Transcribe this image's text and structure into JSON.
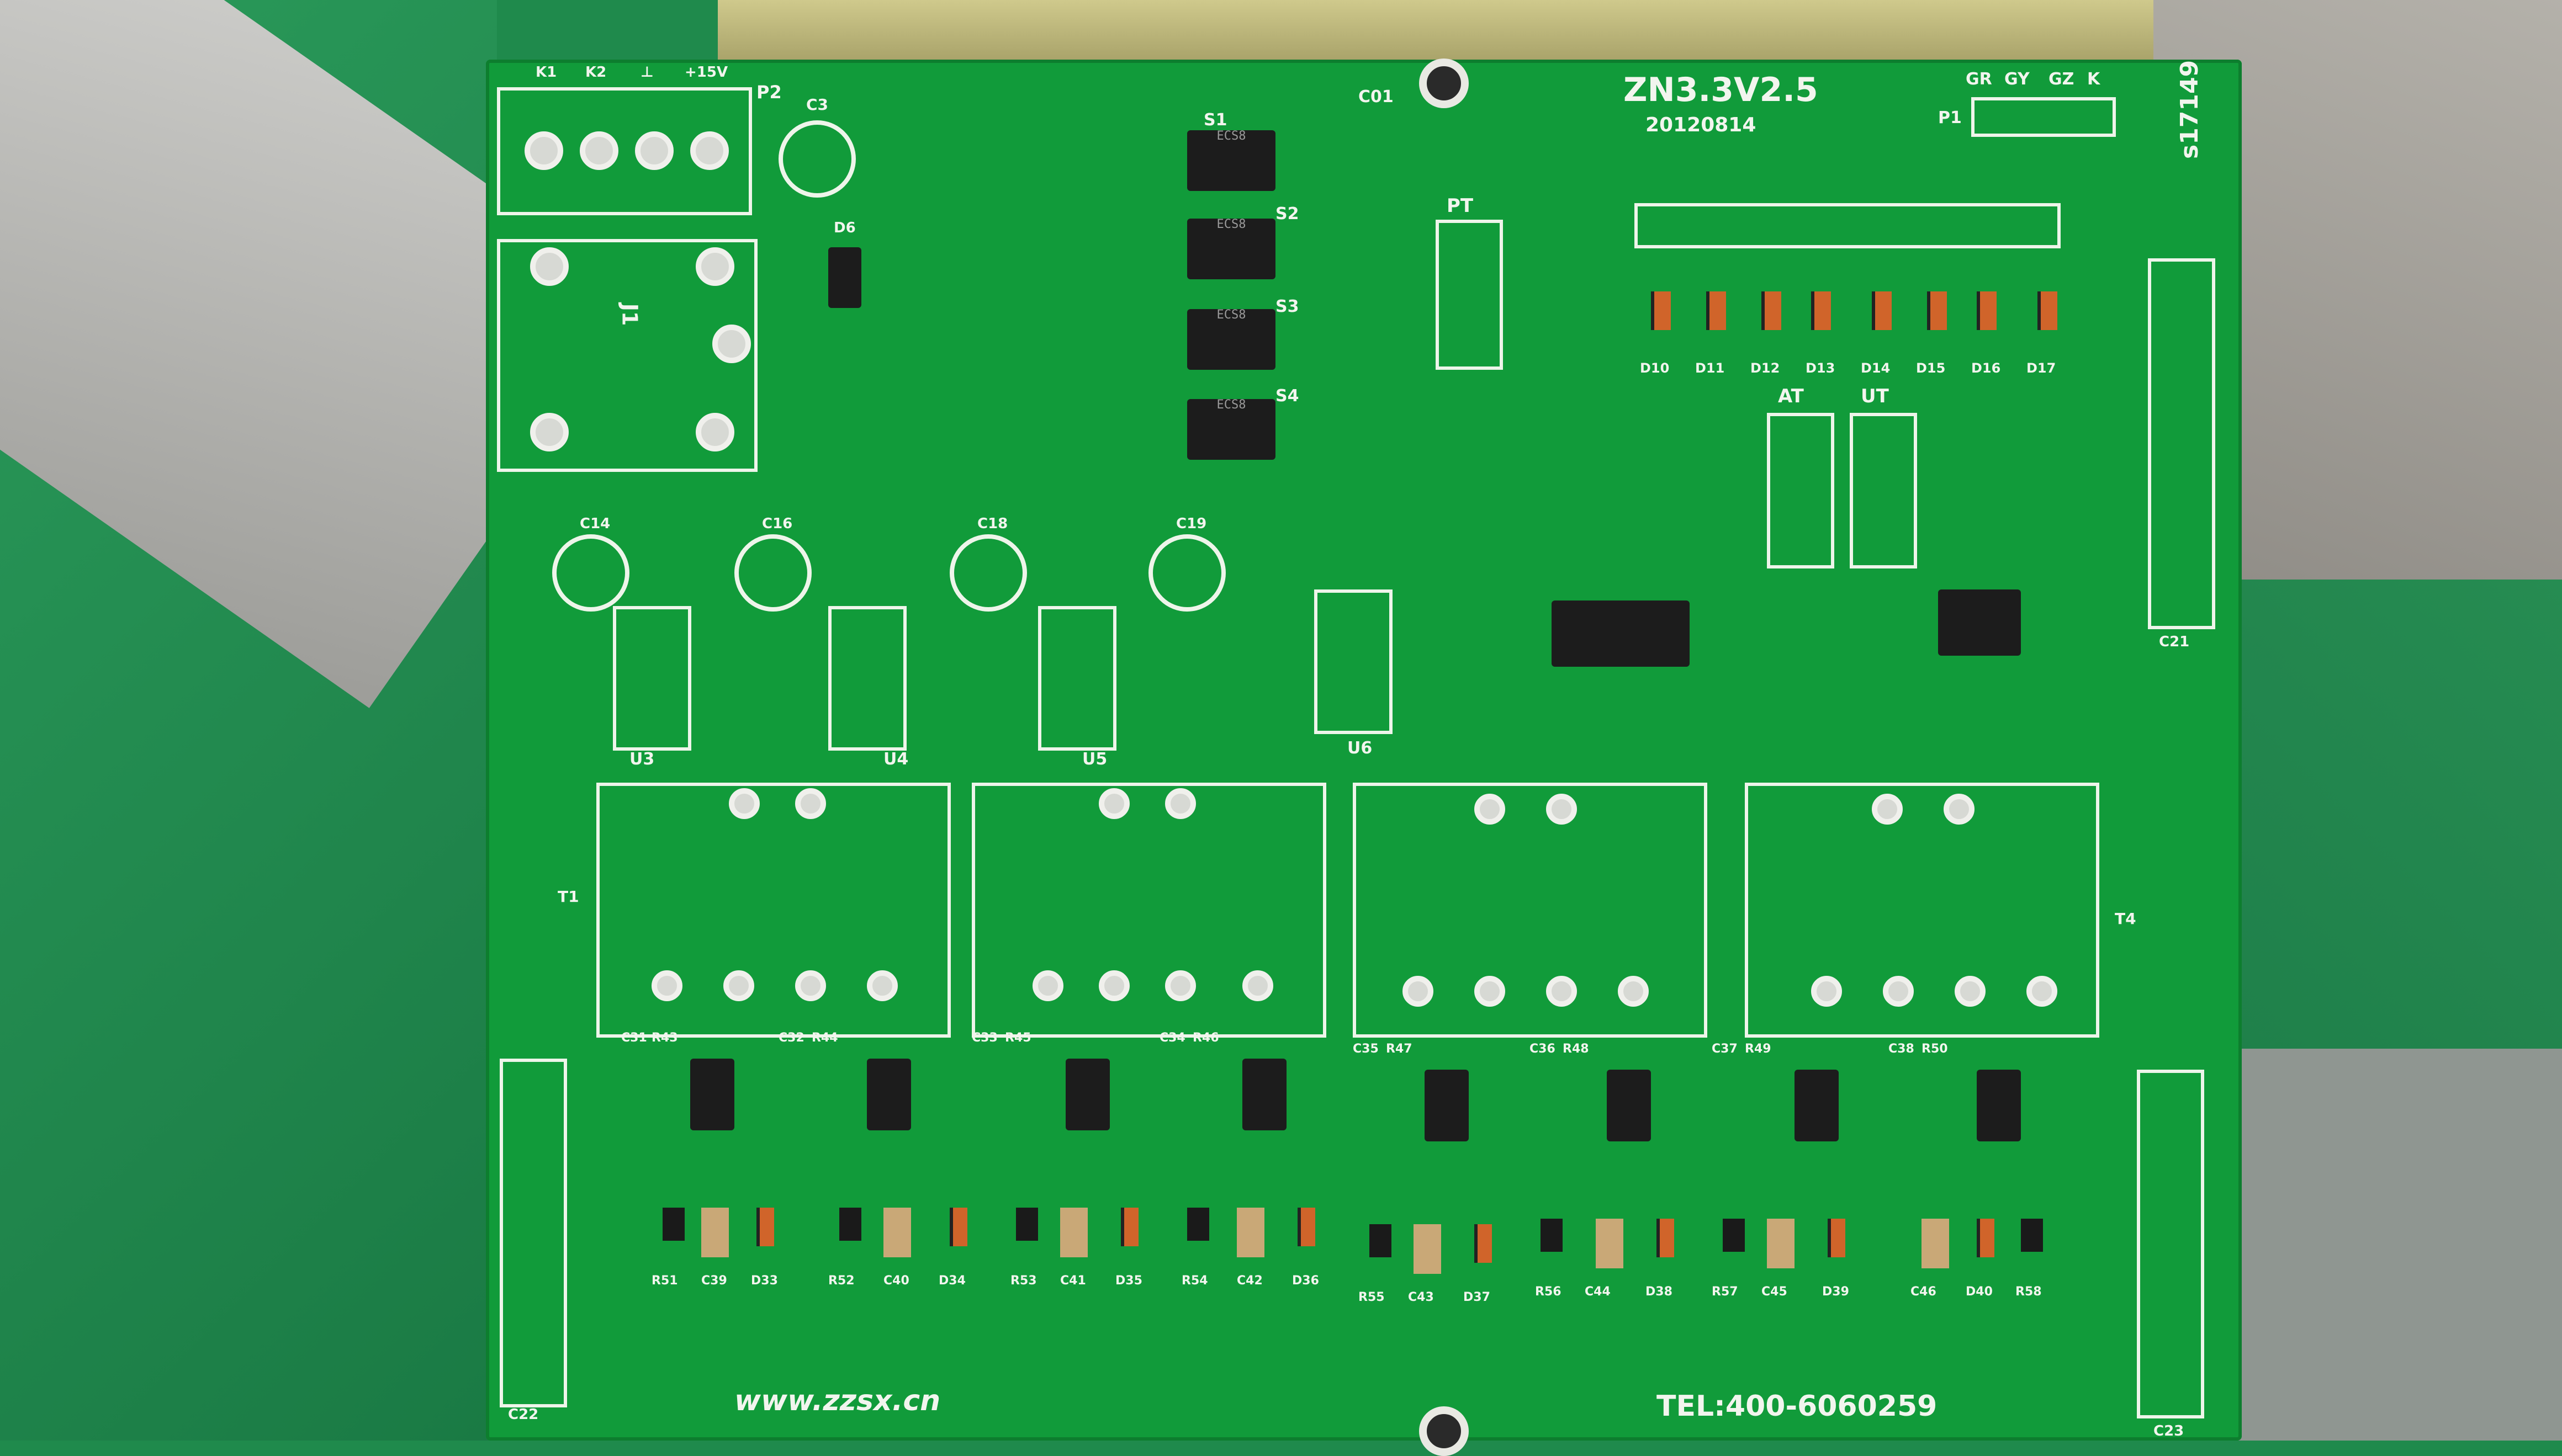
{
  "board": {
    "model": "ZN3.3V2.5",
    "date": "20120814",
    "serial": "s17149",
    "website": "www.zzsx.cn",
    "phone": "TEL:400-6060259"
  },
  "labels": {
    "p2_pins": [
      "K1",
      "K2",
      "⊥",
      "+15V"
    ],
    "p2": "P2",
    "p1_pins": [
      "GR",
      "GY",
      "GZ",
      "K"
    ],
    "p1": "P1",
    "c3": "C3",
    "c01": "C01",
    "j1": "J1",
    "pt": "PT",
    "at": "AT",
    "ut": "UT",
    "s_labels": [
      "S1",
      "S2",
      "S3",
      "S4"
    ],
    "u_labels": [
      "U3",
      "U4",
      "U5",
      "U6"
    ],
    "c_top": [
      "C14",
      "C16",
      "C18",
      "C19"
    ],
    "t1": "T1",
    "t4": "T4",
    "c22": "C22",
    "c23": "C23",
    "c21": "C21",
    "d6": "D6",
    "d10_17": [
      "D10",
      "D11",
      "D12",
      "D13",
      "D14",
      "D15",
      "D16",
      "D17"
    ],
    "bottom_row_labels": [
      "R51",
      "C39",
      "D33",
      "R52",
      "C40",
      "D34",
      "R53",
      "C41",
      "D35",
      "R54",
      "C42",
      "D36",
      "R55",
      "C43",
      "D37",
      "R56",
      "C44",
      "D38",
      "R57",
      "C45",
      "D39",
      "C46",
      "D40",
      "R58"
    ],
    "upper_row_labels": [
      "C31",
      "R43",
      "C32",
      "R44",
      "C33",
      "R45",
      "C34",
      "R46",
      "C35",
      "R47",
      "C36",
      "R48",
      "C37",
      "R49",
      "C38",
      "R50"
    ],
    "ic_text": [
      "ECS8",
      "ECS8",
      "ECS8",
      "ECS8"
    ]
  },
  "colors": {
    "pcb_green": "#119b3a",
    "silkscreen": "#f2f5ee",
    "floor_green": "#1f8a4c"
  }
}
